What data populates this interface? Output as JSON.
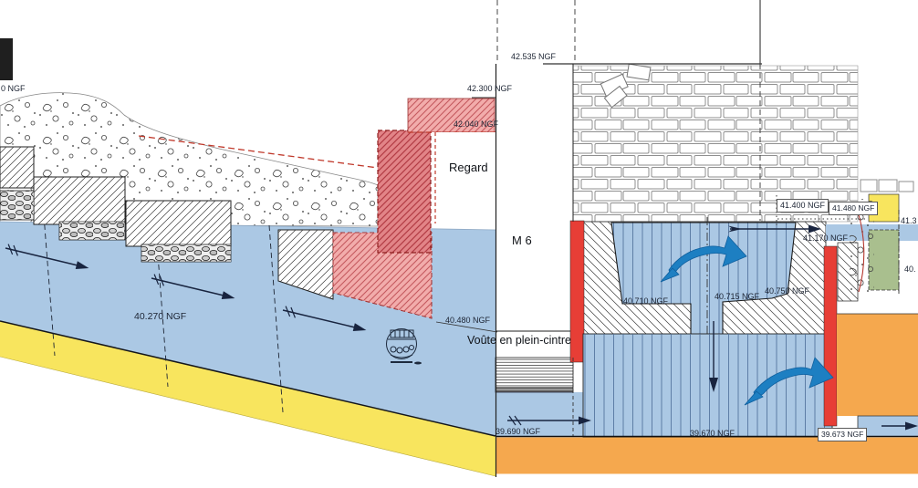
{
  "drawing": {
    "labels": {
      "edge_left_partial": "0 NGF",
      "e42300": "42.300 NGF",
      "e42040": "42.040 NGF",
      "e42535": "42.535 NGF",
      "regard": "Regard",
      "m6": "M 6",
      "e41400": "41.400 NGF",
      "e41480": "41.480 NGF",
      "e413_partial": "41.3",
      "e41170": "41.170 NGF",
      "e40710": "40.710 NGF",
      "e40715": "40.715 NGF",
      "e40750": "40.750 NGF",
      "e40_partial": "40.",
      "e40270": "40.270 NGF",
      "e40480": "40.480 NGF",
      "voute": "Voûte en plein-cintre",
      "e39690": "39.690 NGF",
      "e39670": "39.670 NGF",
      "e39673": "39.673 NGF"
    },
    "colors": {
      "water": "#ABC8E4",
      "sand_yellow": "#F8E55E",
      "foundation_orange": "#F5A84E",
      "accent_red": "#E73E36",
      "pink_light": "#F2ACAB",
      "pink_dark": "#E28487",
      "green": "#A9BF8E",
      "flow_arrow_blue": "#1D7FC2",
      "line_dark": "#1C2433"
    }
  }
}
